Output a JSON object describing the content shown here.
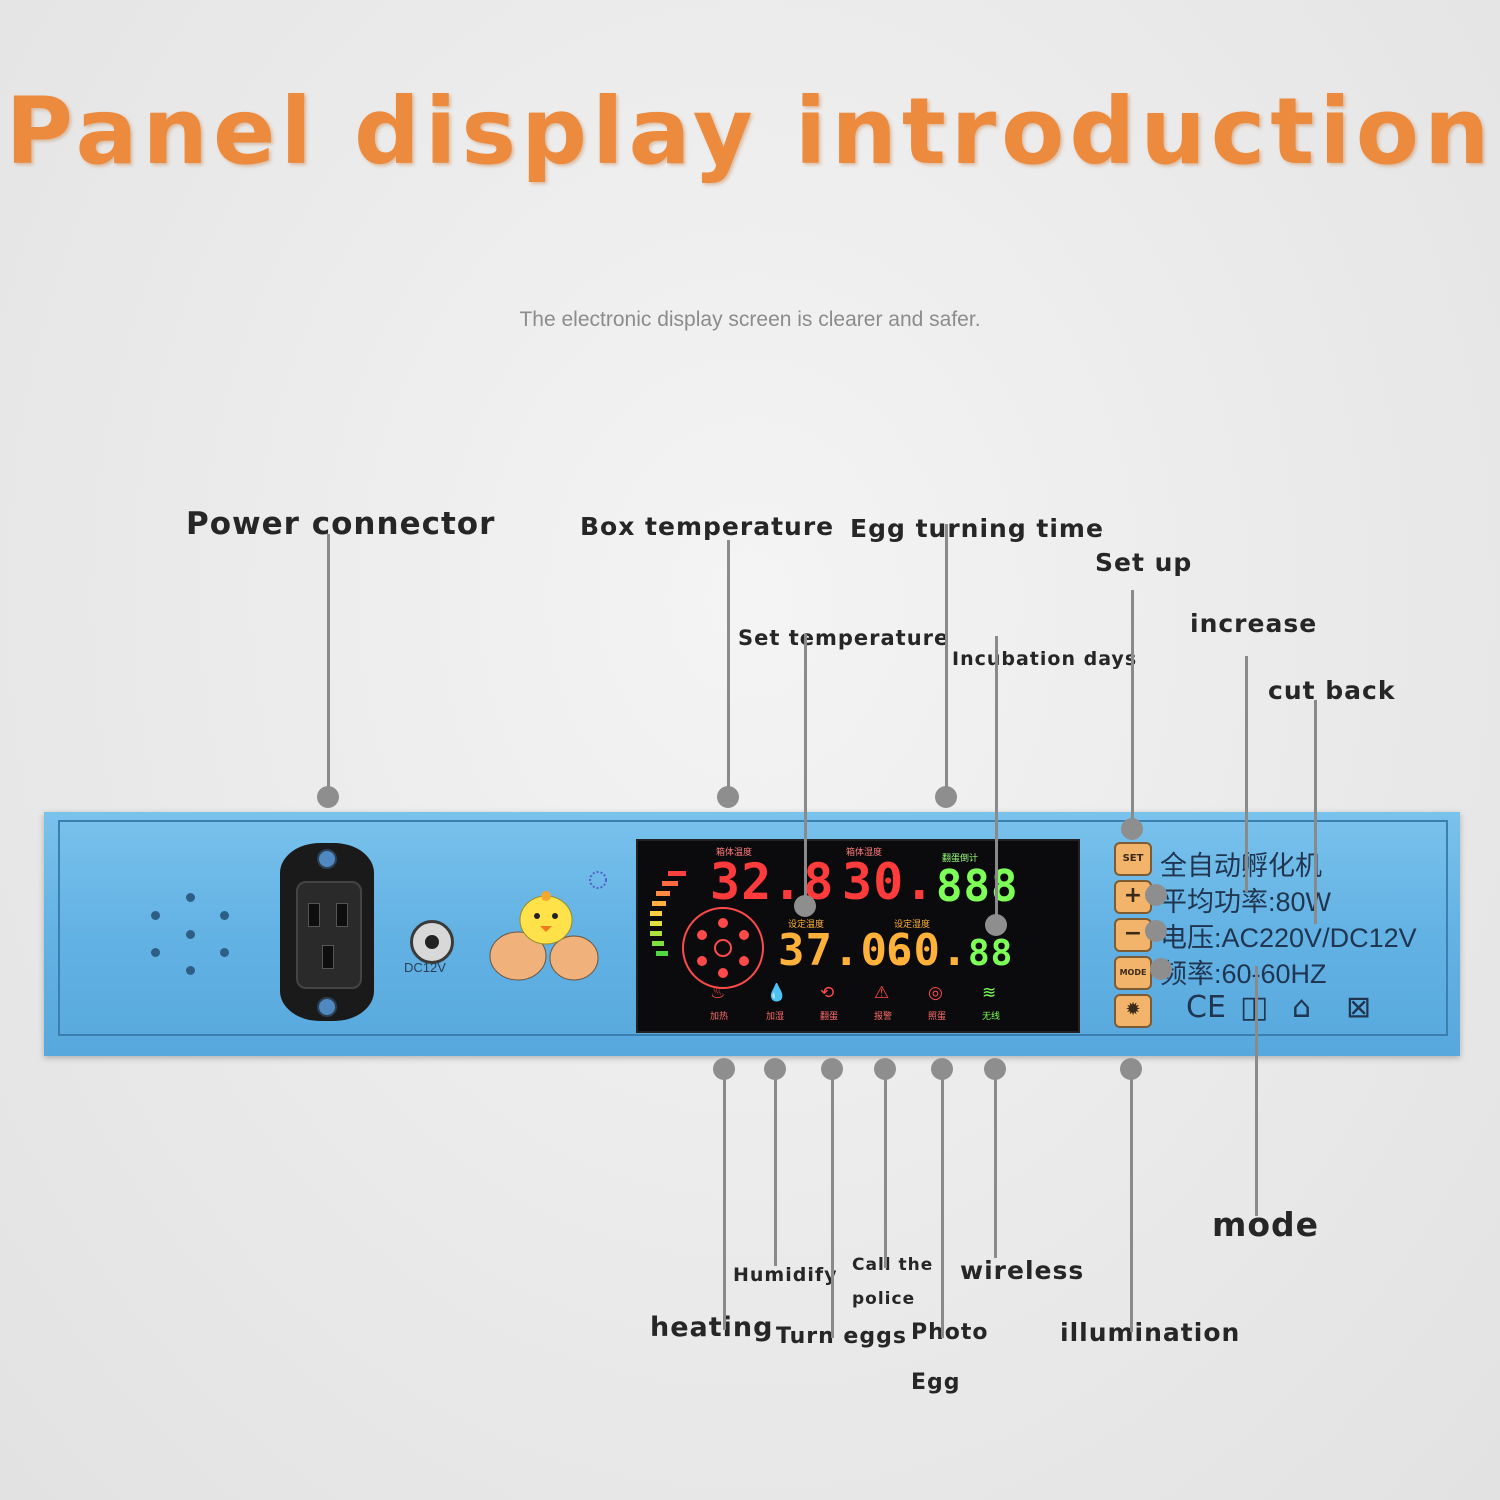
{
  "title": "Panel display introduction",
  "subtitle": "The electronic display screen is clearer and safer.",
  "labels_top": {
    "power_connector": "Power connector",
    "box_temperature": "Box temperature",
    "egg_turning_time": "Egg turning time",
    "set_up": "Set up",
    "set_temperature": "Set temperature",
    "incubation_days": "Incubation days",
    "increase": "increase",
    "cut_back": "cut back"
  },
  "labels_bottom": {
    "mode": "mode",
    "humidify": "Humidify",
    "call_the": "Call the",
    "police": "police",
    "wireless": "wireless",
    "heating": "heating",
    "turn_eggs": "Turn eggs",
    "photo": "Photo",
    "egg": "Egg",
    "illumination": "illumination"
  },
  "panel": {
    "dc_label": "DC12V",
    "lcd": {
      "box_temp": "32.8",
      "humidity": "30.",
      "turn_time": "888",
      "set_temp": "37.0.",
      "set_humidity": "60.",
      "days": "88",
      "small_labels": [
        "箱体温度",
        "箱体湿度",
        "翻蛋倒计",
        "设定温度",
        "设定湿度"
      ],
      "icon_labels": [
        "加热",
        "加湿",
        "翻蛋",
        "报警",
        "照蛋",
        "无线"
      ]
    },
    "buttons": [
      "SET",
      "+",
      "−",
      "MODE",
      "✹"
    ],
    "specs": [
      "全自动孵化机",
      "平均功率:80W",
      "电压:AC220V/DC12V",
      "频率:60-60HZ"
    ],
    "certs": [
      "CE",
      "◫",
      "⌂",
      "⊠"
    ]
  },
  "colors": {
    "title": "#ec8a3e",
    "panel": "#63b2e4",
    "lcd_red": "#ff3b3b",
    "lcd_green": "#7dff58",
    "lcd_orange": "#ffb13a"
  }
}
